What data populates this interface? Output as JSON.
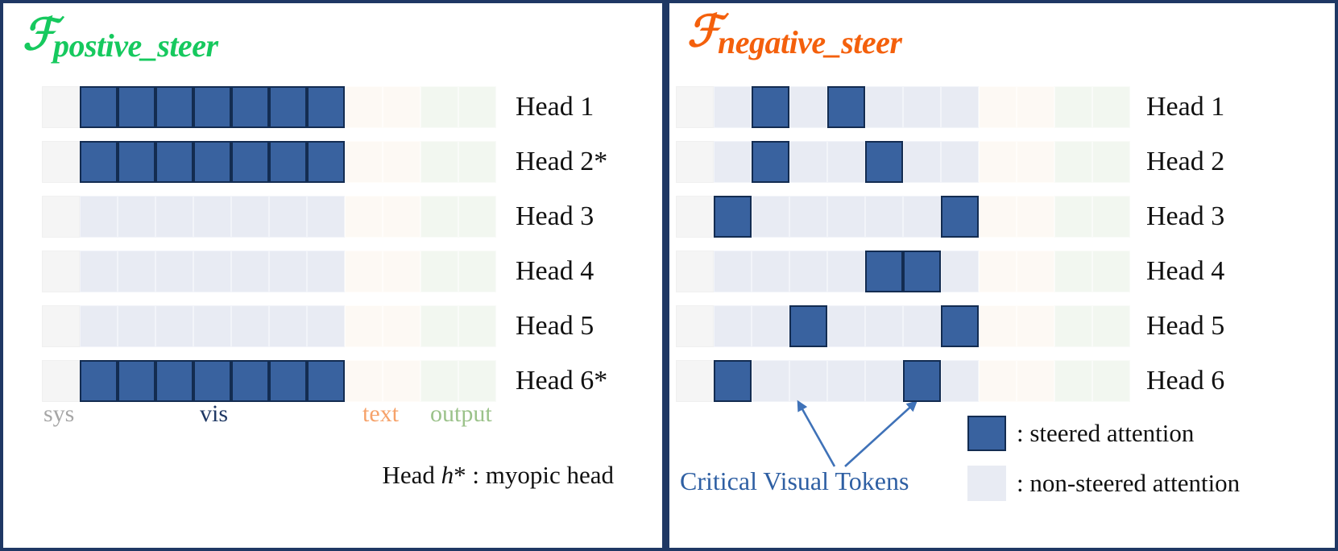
{
  "panels": {
    "left": {
      "title_script": "ℱ",
      "title_sub": "postive_steer",
      "title_color": "#16c95e",
      "rows": [
        {
          "label": "Head 1",
          "steered": []
        },
        {
          "label": "Head 2*",
          "steered": [
            1,
            2,
            3,
            4,
            5,
            6,
            7
          ]
        },
        {
          "label": "Head 3",
          "steered": []
        },
        {
          "label": "Head 4",
          "steered": []
        },
        {
          "label": "Head 5",
          "steered": []
        },
        {
          "label": "Head 6*",
          "steered": [
            1,
            2,
            3,
            4,
            5,
            6,
            7
          ]
        }
      ],
      "axis": {
        "sys": "sys",
        "vis": "vis",
        "text": "text",
        "output": "output"
      },
      "footnote_prefix": "Head ",
      "footnote_var": "h",
      "footnote_suffix": "* : myopic head"
    },
    "right": {
      "title_script": "ℱ",
      "title_sub": "negative_steer",
      "title_color": "#f4600c",
      "rows": [
        {
          "label": "Head 1",
          "steered": [
            2,
            4
          ]
        },
        {
          "label": "Head 2",
          "steered": [
            2,
            5
          ]
        },
        {
          "label": "Head 3",
          "steered": [
            1,
            7
          ]
        },
        {
          "label": "Head 4",
          "steered": [
            5,
            6
          ]
        },
        {
          "label": "Head 5",
          "steered": [
            3,
            7
          ]
        },
        {
          "label": "Head 6",
          "steered": [
            1,
            6
          ]
        }
      ],
      "annotation": "Critical Visual Tokens",
      "annotation_color": "#2e5fa3",
      "legend": [
        {
          "swatch": "steered",
          "text": ": steered attention"
        },
        {
          "swatch": "plain",
          "text": ": non-steered attention"
        }
      ]
    }
  },
  "token_layout": {
    "groups": [
      "sys",
      "vis",
      "vis",
      "vis",
      "vis",
      "vis",
      "vis",
      "vis",
      "text",
      "text",
      "output",
      "output"
    ],
    "total_cells": 12,
    "sys_count": 1,
    "vis_count": 7,
    "text_count": 2,
    "output_count": 2
  },
  "colors": {
    "steered_fill": "#39629f",
    "steered_border": "#132c51",
    "vis_cell": "#e8ebf3",
    "sys_cell": "#f5f5f5",
    "text_cell": "#fdf9f4",
    "output_cell": "#f2f7f0",
    "panel_border": "#1f3864",
    "positive_title": "#16c95e",
    "negative_title": "#f4600c",
    "arrow": "#3f72b8"
  }
}
